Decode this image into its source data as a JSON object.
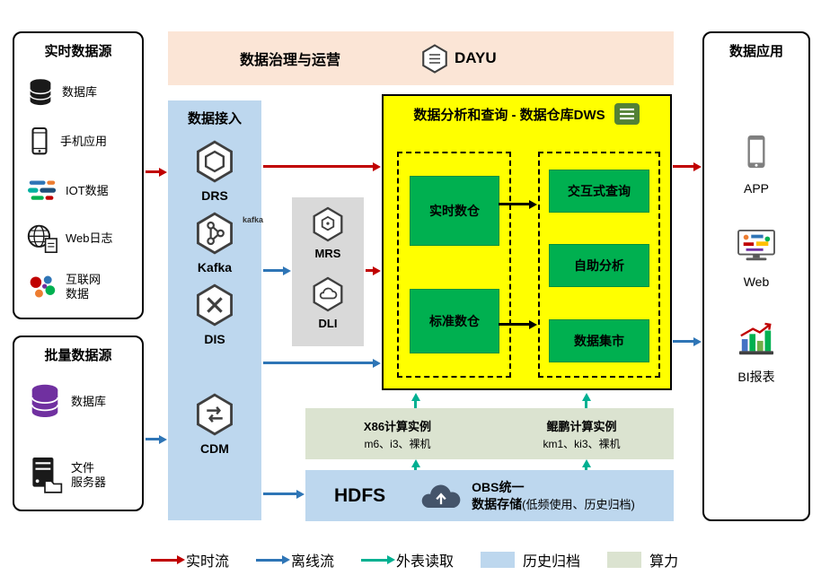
{
  "realtime_sources": {
    "title": "实时数据源",
    "items": [
      {
        "label": "数据库",
        "icon": "database-icon"
      },
      {
        "label": "手机应用",
        "icon": "phone-icon"
      },
      {
        "label": "IOT数据",
        "icon": "iot-icon"
      },
      {
        "label": "Web日志",
        "icon": "weblog-icon"
      },
      {
        "label": "互联网\n数据",
        "icon": "internet-data-icon"
      }
    ]
  },
  "batch_sources": {
    "title": "批量数据源",
    "items": [
      {
        "label": "数据库",
        "icon": "database-purple-icon"
      },
      {
        "label": "文件\n服务器",
        "icon": "file-server-icon"
      }
    ]
  },
  "governance": {
    "title": "数据治理与运营",
    "product": "DAYU"
  },
  "ingestion": {
    "title": "数据接入",
    "items": [
      {
        "label": "DRS",
        "icon": "drs-icon"
      },
      {
        "label": "Kafka",
        "icon": "kafka-icon",
        "badge": "kafka"
      },
      {
        "label": "DIS",
        "icon": "dis-icon"
      },
      {
        "label": "CDM",
        "icon": "cdm-icon"
      }
    ]
  },
  "processing": {
    "items": [
      {
        "label": "MRS",
        "icon": "mrs-icon"
      },
      {
        "label": "DLI",
        "icon": "dli-icon"
      }
    ]
  },
  "dws": {
    "title": "数据分析和查询 - 数据仓库DWS",
    "warehouses": [
      {
        "label": "实时数仓"
      },
      {
        "label": "标准数仓"
      }
    ],
    "services": [
      {
        "label": "交互式查询"
      },
      {
        "label": "自助分析"
      },
      {
        "label": "数据集市"
      }
    ]
  },
  "compute": {
    "x86": {
      "title": "X86计算实例",
      "subtitle": "m6、i3、裸机"
    },
    "kunpeng": {
      "title": "鲲鹏计算实例",
      "subtitle": "km1、ki3、裸机"
    }
  },
  "storage": {
    "hdfs": "HDFS",
    "obs_line1": "OBS统一",
    "obs_line2": "数据存储",
    "obs_note": "(低频使用、历史归档)"
  },
  "applications": {
    "title": "数据应用",
    "items": [
      {
        "label": "APP",
        "icon": "app-phone-icon"
      },
      {
        "label": "Web",
        "icon": "web-monitor-icon"
      },
      {
        "label": "BI报表",
        "icon": "bi-report-icon"
      }
    ]
  },
  "legend": {
    "items": [
      {
        "label": "实时流",
        "type": "arrow",
        "color": "#c00000"
      },
      {
        "label": "离线流",
        "type": "arrow",
        "color": "#2e75b6"
      },
      {
        "label": "外表读取",
        "type": "arrow",
        "color": "#00b091"
      },
      {
        "label": "历史归档",
        "type": "box",
        "color": "#bdd7ee"
      },
      {
        "label": "算力",
        "type": "box",
        "color": "#dbe3d0"
      }
    ]
  },
  "palette": {
    "dws_bg": "#ffff00",
    "green_box": "#00b050",
    "ingestion_bg": "#bdd7ee",
    "processing_bg": "#d9d9d9",
    "governance_bg": "#fbe5d6"
  }
}
